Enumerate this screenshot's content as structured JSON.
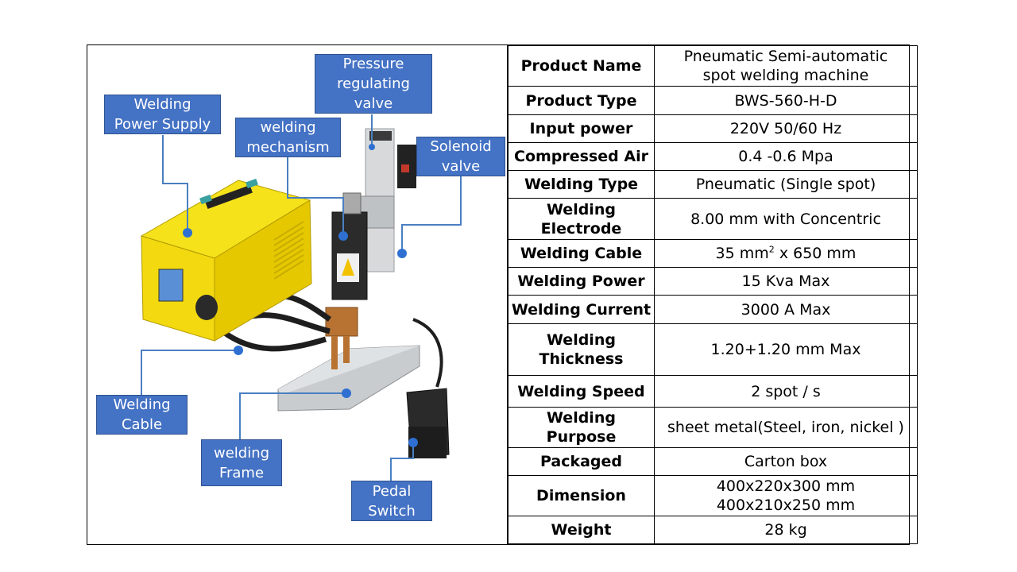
{
  "callouts": {
    "power_supply": "Welding\nPower Supply",
    "mechanism": "welding\nmechanism",
    "pressure_valve": "Pressure\nregulating\nvalve",
    "solenoid_valve": "Solenoid\nvalve",
    "cable": "Welding\nCable",
    "frame": "welding\nFrame",
    "pedal": "Pedal\nSwitch"
  },
  "specs": [
    {
      "key": "Product Name",
      "value": "Pneumatic Semi-automatic\nspot welding machine"
    },
    {
      "key": "Product Type",
      "value": "BWS-560-H-D"
    },
    {
      "key": "Input power",
      "value": "220V 50/60 Hz"
    },
    {
      "key": "Compressed Air",
      "value": "0.4 -0.6 Mpa"
    },
    {
      "key": "Welding Type",
      "value": "Pneumatic (Single spot)"
    },
    {
      "key": "Welding\nElectrode",
      "value": "8.00 mm with Concentric"
    },
    {
      "key": "Welding Cable",
      "value_pre": "35 mm",
      "value_sup": "2",
      "value_post": " x 650 mm"
    },
    {
      "key": "Welding Power",
      "value": "15 Kva Max"
    },
    {
      "key": "Welding Current",
      "value": "3000 A Max"
    },
    {
      "key": "Welding\nThickness",
      "value": "1.20+1.20 mm Max"
    },
    {
      "key": "Welding Speed",
      "value": "2 spot / s"
    },
    {
      "key": "Welding\nPurpose",
      "value": "sheet metal(Steel, iron, nickel )"
    },
    {
      "key": "Packaged",
      "value": "Carton box"
    },
    {
      "key": "Dimension",
      "value": "400x220x300 mm\n400x210x250 mm"
    },
    {
      "key": "Weight",
      "value": "28 kg"
    }
  ],
  "colors": {
    "callout_fill": "#4472c4",
    "power_supply_body": "#f5e21a",
    "leader_line": "#4a7fc1"
  }
}
